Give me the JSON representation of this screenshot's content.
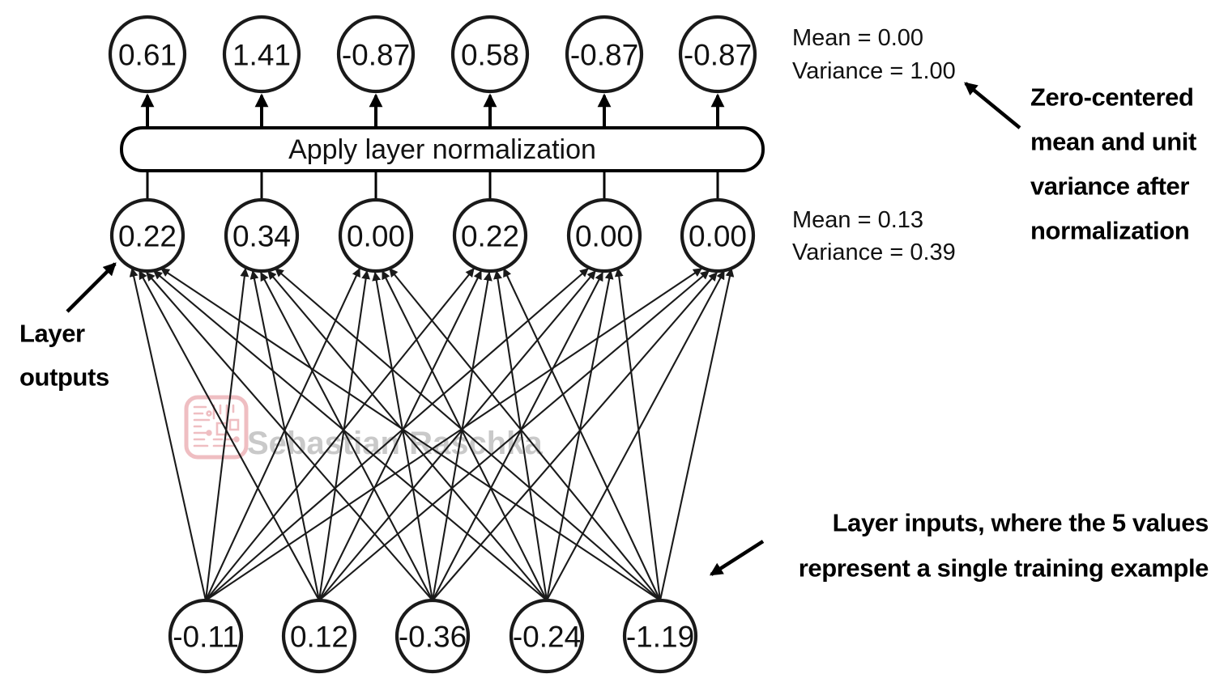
{
  "title": "Layer normalization diagram",
  "layers": {
    "output_row": {
      "name": "normalized-outputs",
      "values": [
        "0.61",
        "1.41",
        "-0.87",
        "0.58",
        "-0.87",
        "-0.87"
      ],
      "stats": {
        "mean": "Mean = 0.00",
        "variance": "Variance = 1.00"
      }
    },
    "hidden_row": {
      "name": "layer-outputs",
      "values": [
        "0.22",
        "0.34",
        "0.00",
        "0.22",
        "0.00",
        "0.00"
      ],
      "stats": {
        "mean": "Mean = 0.13",
        "variance": "Variance = 0.39"
      }
    },
    "input_row": {
      "name": "layer-inputs",
      "values": [
        "-0.11",
        "0.12",
        "-0.36",
        "-0.24",
        "-1.19"
      ]
    }
  },
  "norm_box": {
    "label": "Apply layer normalization"
  },
  "annotations": {
    "left": {
      "lines": [
        "Layer",
        "outputs"
      ]
    },
    "right": {
      "lines": [
        "Zero-centered",
        "mean and unit",
        "variance after",
        "normalization"
      ]
    },
    "bottom": {
      "lines": [
        "Layer inputs, where the 5 values",
        "represent a single training example"
      ]
    }
  },
  "watermark": {
    "text": "Sebastian Raschka",
    "logo": "circuit-board-logo"
  },
  "colors": {
    "stroke": "#1a1a1a",
    "node_fill": "#ffffff",
    "background": "#ffffff",
    "watermark_text": "#b9b9b9",
    "watermark_logo": "#eeb7bc"
  },
  "chart_data": {
    "type": "diagram",
    "title": "Layer normalization",
    "nodes": {
      "inputs": [
        -0.11,
        0.12,
        -0.36,
        -0.24,
        -1.19
      ],
      "hidden": [
        0.22,
        0.34,
        0.0,
        0.22,
        0.0,
        0.0
      ],
      "outputs": [
        0.61,
        1.41,
        -0.87,
        0.58,
        -0.87,
        -0.87
      ]
    },
    "statistics": {
      "hidden": {
        "mean": 0.13,
        "variance": 0.39
      },
      "outputs": {
        "mean": 0.0,
        "variance": 1.0
      }
    },
    "edges": "fully-connected inputs(5) -> hidden(6)"
  }
}
